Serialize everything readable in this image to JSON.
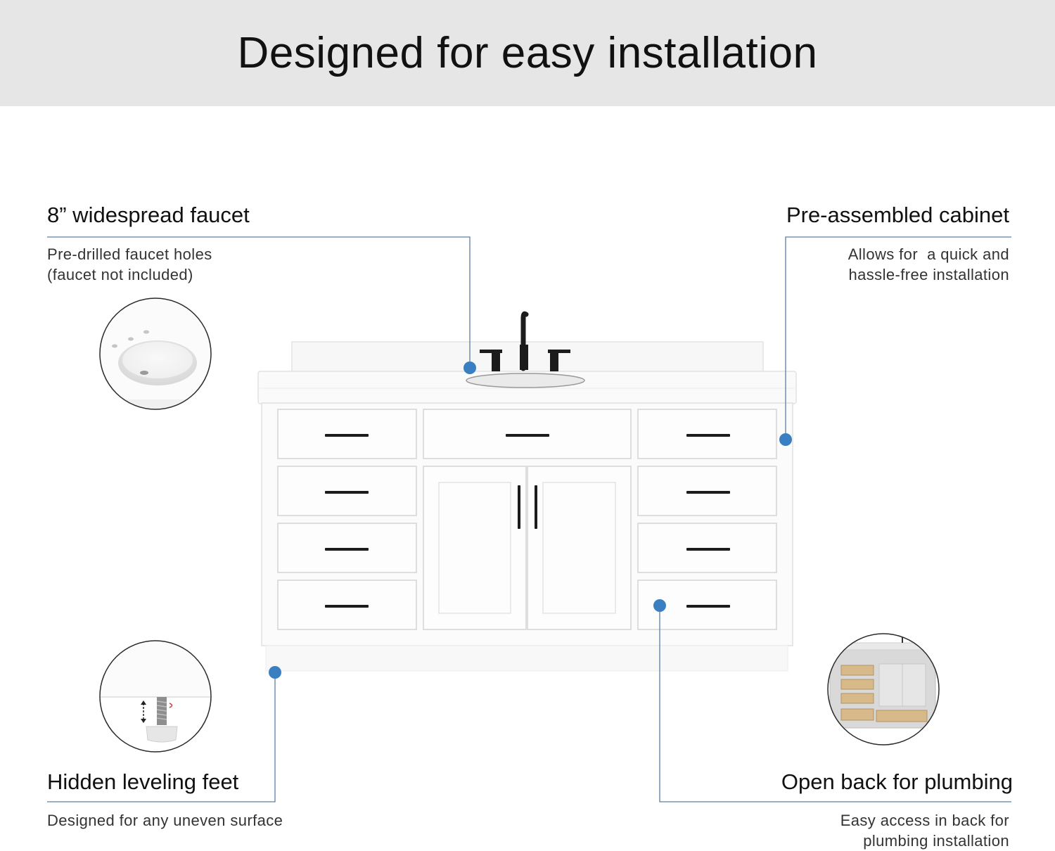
{
  "header": {
    "title": "Designed for easy installation"
  },
  "callouts": {
    "faucet": {
      "title": "8” widespread faucet",
      "desc_line1": "Pre-drilled faucet holes",
      "desc_line2": "(faucet not included)"
    },
    "cabinet": {
      "title": "Pre-assembled cabinet",
      "desc_line1": "Allows for  a quick and",
      "desc_line2": "hassle-free installation"
    },
    "feet": {
      "title": "Hidden leveling feet",
      "desc_line1": "Designed for any uneven surface"
    },
    "plumbing": {
      "title": "Open back for plumbing",
      "desc_line1": "Easy access in back for",
      "desc_line2": "plumbing installation"
    }
  },
  "colors": {
    "header_band": "#e6e6e6",
    "callout_line": "#5a7fa3",
    "marker_dot": "#3a7fc1",
    "hardware": "#1c1c1c",
    "cabinet_white": "#fbfbfb"
  }
}
